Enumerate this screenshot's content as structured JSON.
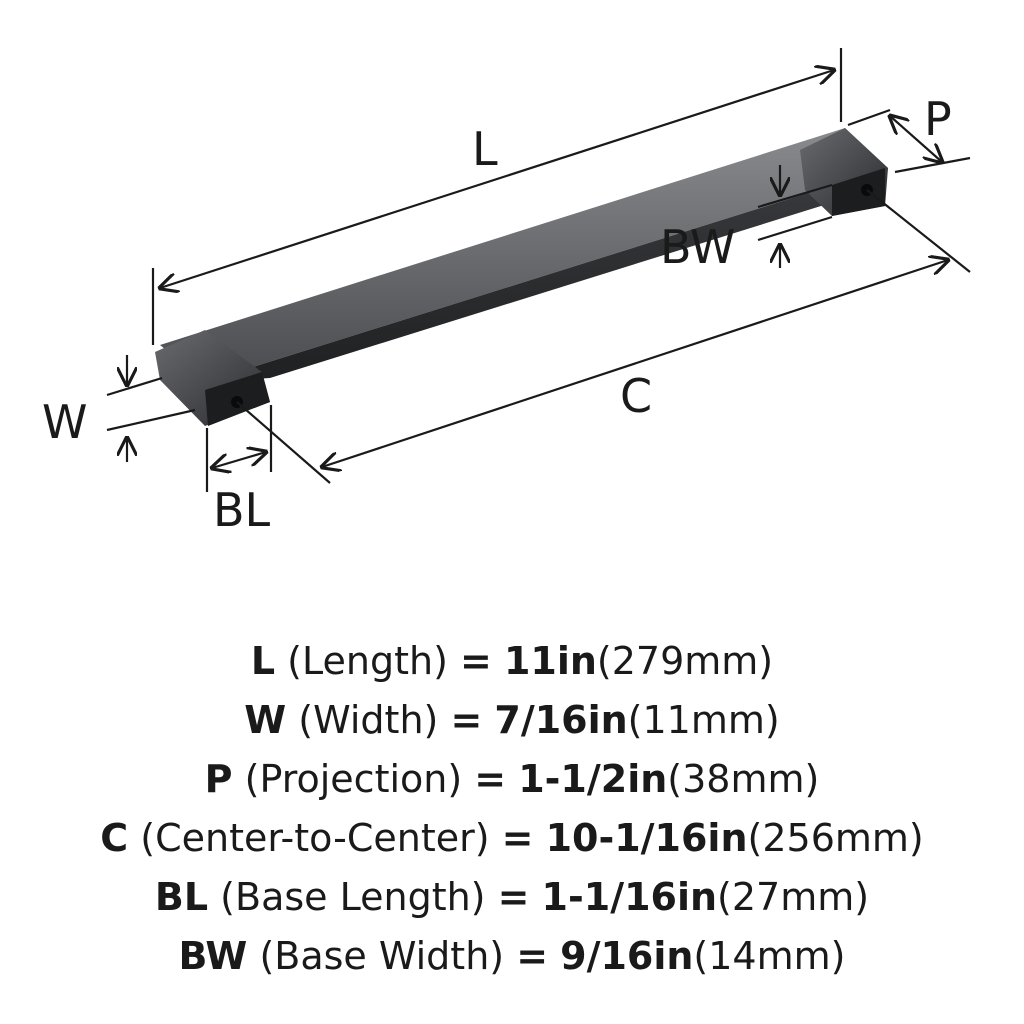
{
  "colors": {
    "ink": "#1a1a1a",
    "metal_dark": "#2a2b2e",
    "metal_mid": "#55565a",
    "metal_light": "#8a8b8f"
  },
  "labels": {
    "L": "L",
    "P": "P",
    "BW": "BW",
    "W": "W",
    "C": "C",
    "BL": "BL"
  },
  "specs": [
    {
      "code": "L",
      "name": "(Length)",
      "eq": "=",
      "imperial": "11in",
      "metric": "(279mm)"
    },
    {
      "code": "W",
      "name": "(Width)",
      "eq": "=",
      "imperial": "7/16in",
      "metric": "(11mm)"
    },
    {
      "code": "P",
      "name": "(Projection)",
      "eq": "=",
      "imperial": "1-1/2in",
      "metric": "(38mm)"
    },
    {
      "code": "C",
      "name": "(Center-to-Center)",
      "eq": "=",
      "imperial": "10-1/16in",
      "metric": "(256mm)"
    },
    {
      "code": "BL",
      "name": "(Base Length)",
      "eq": "=",
      "imperial": "1-1/16in",
      "metric": "(27mm)"
    },
    {
      "code": "BW",
      "name": "(Base Width)",
      "eq": "=",
      "imperial": "9/16in",
      "metric": "(14mm)"
    }
  ]
}
